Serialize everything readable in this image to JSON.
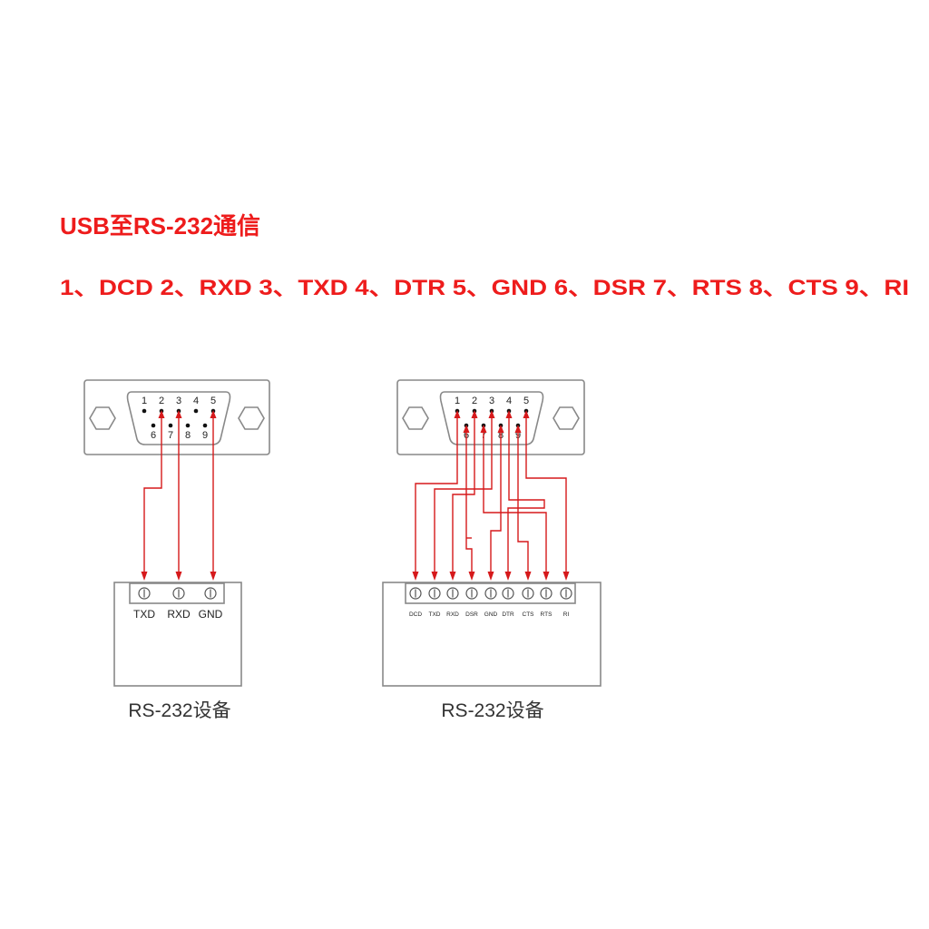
{
  "title": "USB至RS-232通信",
  "pinout_line": "1、DCD 2、RXD 3、TXD 4、DTR 5、GND 6、DSR 7、RTS 8、CTS 9、RI",
  "left_connector": {
    "top_pins": [
      "1",
      "2",
      "3",
      "4",
      "5"
    ],
    "bottom_pins": [
      "6",
      "7",
      "8",
      "9"
    ]
  },
  "right_connector": {
    "top_pins": [
      "1",
      "2",
      "3",
      "4",
      "5"
    ],
    "bottom_pins": [
      "6",
      "7",
      "8",
      "9"
    ]
  },
  "left_device": {
    "terminals": [
      "TXD",
      "RXD",
      "GND"
    ],
    "label": "RS-232设备"
  },
  "right_device": {
    "terminals": [
      "DCD",
      "TXD",
      "RXD",
      "DSR",
      "GND",
      "DTR",
      "CTS",
      "RTS",
      "RI"
    ],
    "label": "RS-232设备"
  },
  "colors": {
    "heading": "#ee1c1c",
    "wire": "#d6191b",
    "outline": "#888888"
  },
  "icons": {
    "terminal": "screw-terminal-icon",
    "hex": "hex-nut-icon"
  }
}
